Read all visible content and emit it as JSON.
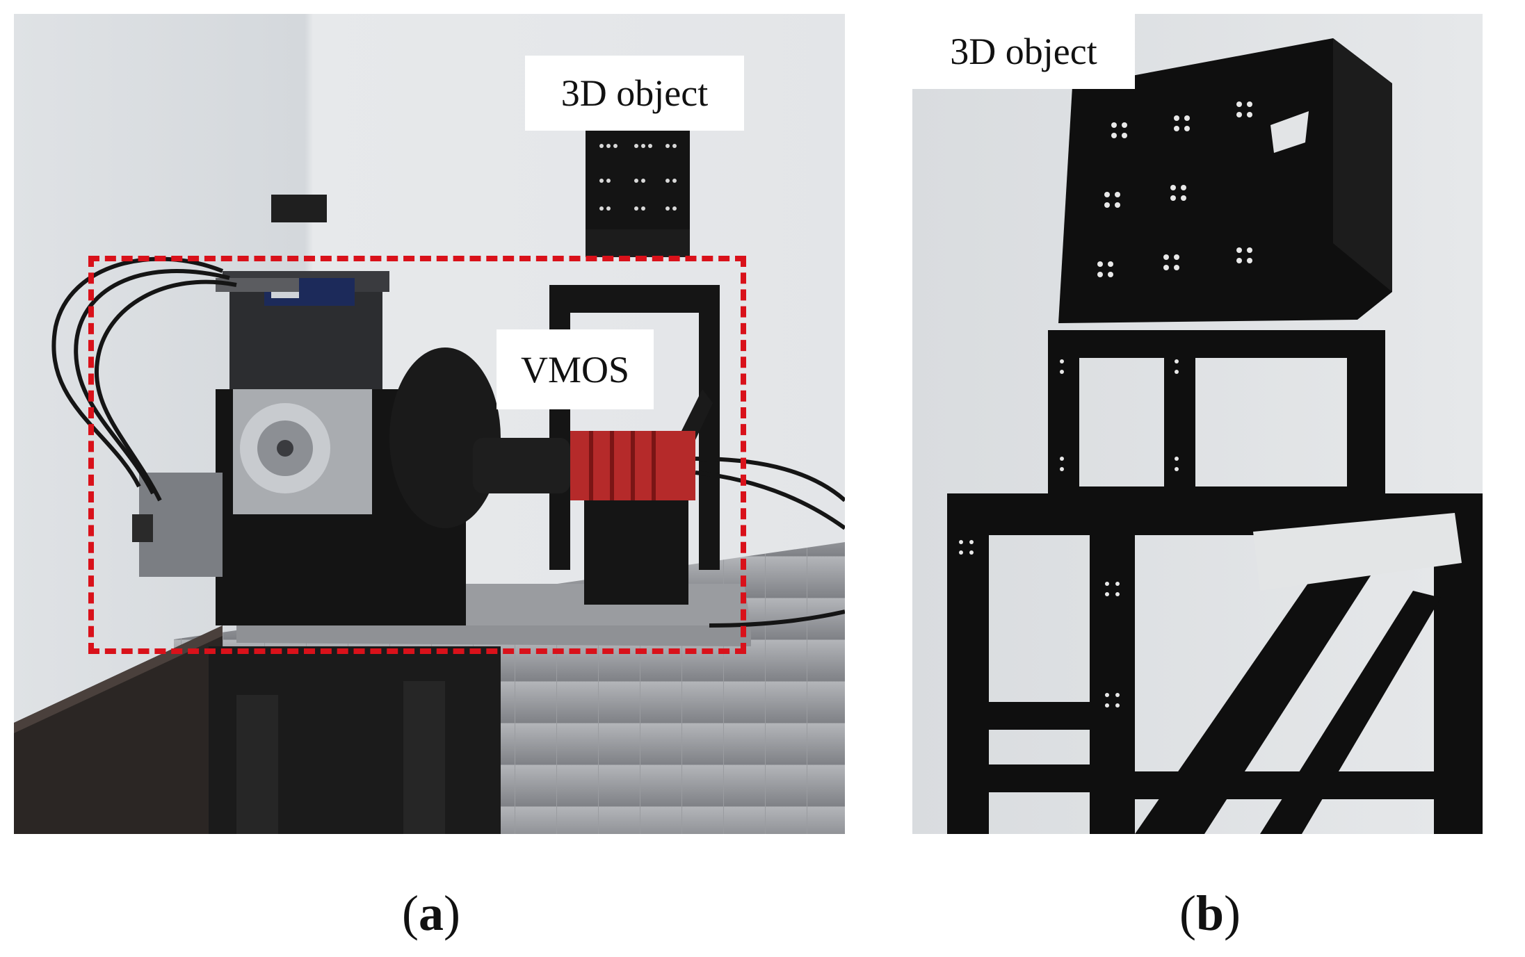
{
  "panel_a": {
    "label_object": "3D object",
    "label_vmos": "VMOS",
    "caption_open": "(",
    "caption_letter": "a",
    "caption_close": ")"
  },
  "panel_b": {
    "label_object": "3D object",
    "caption_open": "(",
    "caption_letter": "b",
    "caption_close": ")"
  },
  "colors": {
    "highlight_box": "#d9111a",
    "wall": "#e4e6e8",
    "floor": "#8e9094",
    "object": "#111111"
  }
}
